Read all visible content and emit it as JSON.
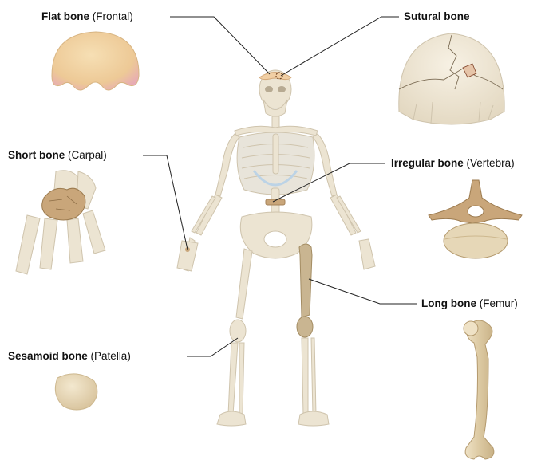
{
  "labels": {
    "flat": {
      "bold": "Flat bone",
      "type": "(Frontal)"
    },
    "sutural": {
      "bold": "Sutural bone",
      "type": ""
    },
    "short": {
      "bold": "Short bone",
      "type": "(Carpal)"
    },
    "irregular": {
      "bold": "Irregular bone",
      "type": "(Vertebra)"
    },
    "long": {
      "bold": "Long bone",
      "type": "(Femur)"
    },
    "sesamoid": {
      "bold": "Sesamoid bone",
      "type": "(Patella)"
    }
  },
  "colors": {
    "bone_light": "#ece4d2",
    "bone_outline": "#cfc4ad",
    "bone_highlight": "#c9b591",
    "bone_dark": "#a38c62",
    "frontal_tint": "#f1cfa4",
    "leader_line": "#222222"
  }
}
